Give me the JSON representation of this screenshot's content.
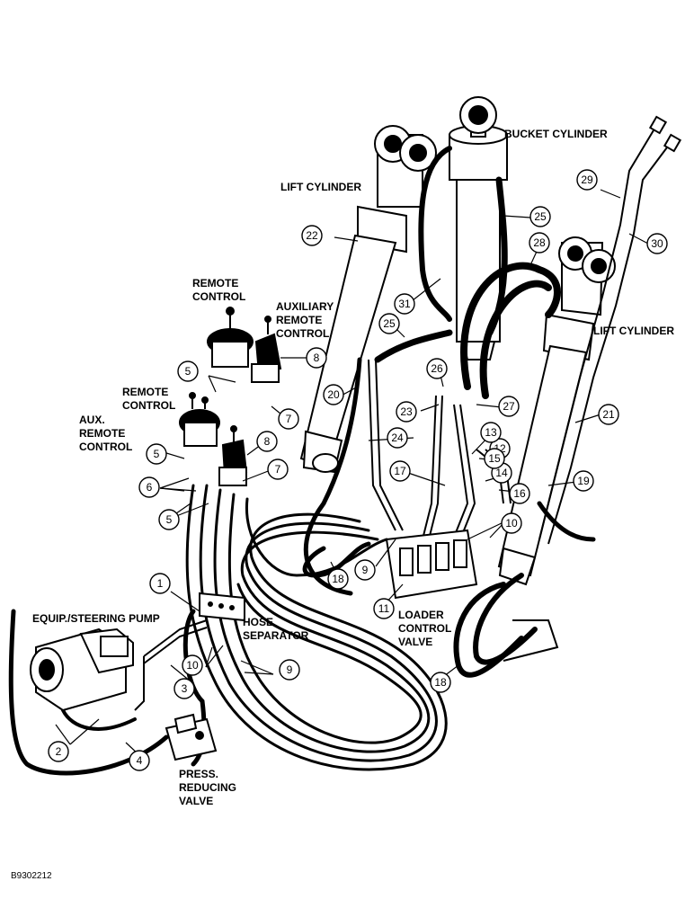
{
  "labels": {
    "bucket_cylinder": "BUCKET CYLINDER",
    "lift_cylinder_left": "LIFT CYLINDER",
    "lift_cylinder_right": "LIFT CYLINDER",
    "remote_control_top": [
      "REMOTE",
      "CONTROL"
    ],
    "aux_remote_control_top": [
      "AUXILIARY",
      "REMOTE",
      "CONTROL"
    ],
    "remote_control_mid": [
      "REMOTE",
      "CONTROL"
    ],
    "aux_remote_control_mid": [
      "AUX.",
      "REMOTE",
      "CONTROL"
    ],
    "pump": "EQUIP./STEERING PUMP",
    "hose_separator": [
      "HOSE",
      "SEPARATOR"
    ],
    "loader_control_valve": [
      "LOADER",
      "CONTROL",
      "VALVE"
    ],
    "pressure_reducing_valve": [
      "PRESS.",
      "REDUCING",
      "VALVE"
    ]
  },
  "callouts": [
    {
      "n": "1"
    },
    {
      "n": "2"
    },
    {
      "n": "3"
    },
    {
      "n": "4"
    },
    {
      "n": "5"
    },
    {
      "n": "5"
    },
    {
      "n": "5"
    },
    {
      "n": "6"
    },
    {
      "n": "7"
    },
    {
      "n": "7"
    },
    {
      "n": "8"
    },
    {
      "n": "8"
    },
    {
      "n": "9"
    },
    {
      "n": "9"
    },
    {
      "n": "10"
    },
    {
      "n": "10"
    },
    {
      "n": "11"
    },
    {
      "n": "12"
    },
    {
      "n": "13"
    },
    {
      "n": "14"
    },
    {
      "n": "15"
    },
    {
      "n": "16"
    },
    {
      "n": "17"
    },
    {
      "n": "18"
    },
    {
      "n": "18"
    },
    {
      "n": "19"
    },
    {
      "n": "20"
    },
    {
      "n": "21"
    },
    {
      "n": "22"
    },
    {
      "n": "23"
    },
    {
      "n": "24"
    },
    {
      "n": "25"
    },
    {
      "n": "25"
    },
    {
      "n": "26"
    },
    {
      "n": "27"
    },
    {
      "n": "28"
    },
    {
      "n": "29"
    },
    {
      "n": "30"
    },
    {
      "n": "31"
    }
  ],
  "figure_id": "B9302212"
}
